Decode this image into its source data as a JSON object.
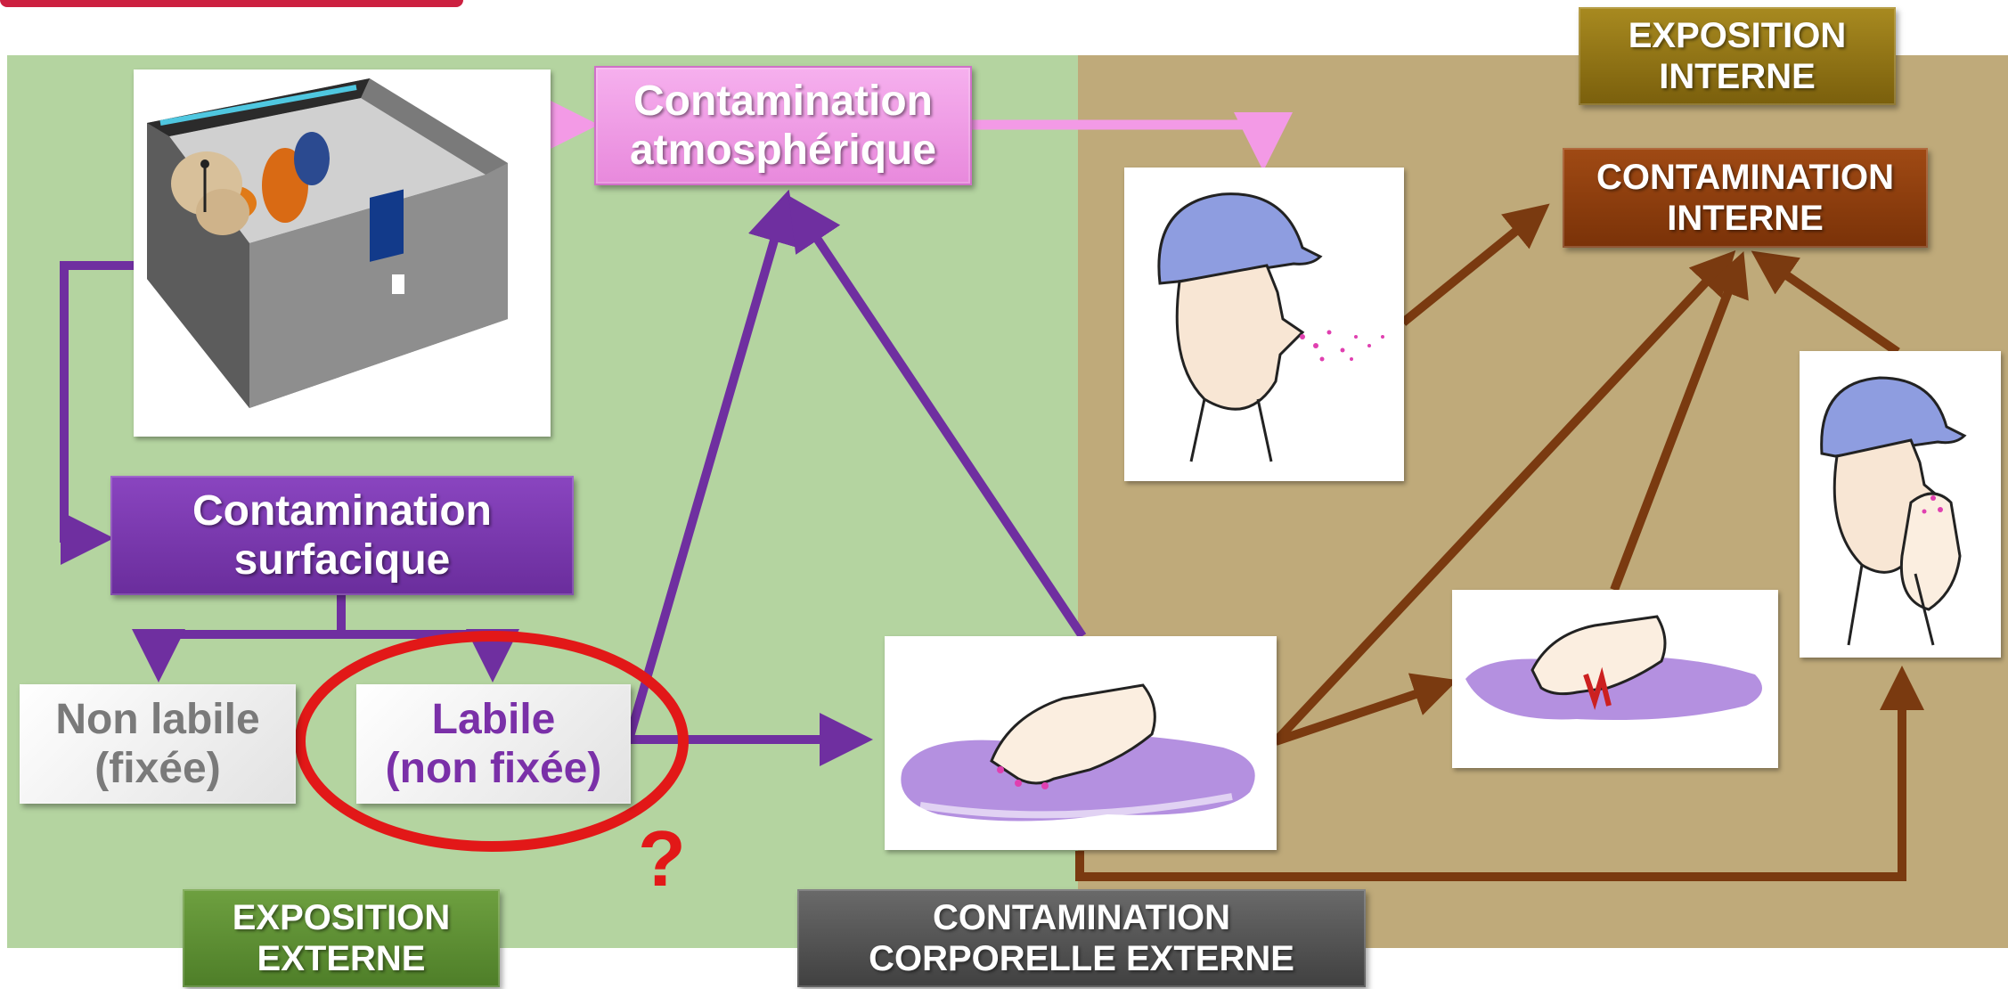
{
  "colors": {
    "green_panel": "#b4d4a0",
    "tan_panel": "#bfaa7a",
    "purple": "#6f2fa0",
    "pink": "#f39ae6",
    "brown": "#7a3a10",
    "red_highlight": "#e21818"
  },
  "boxes": {
    "atmospherique": "Contamination\natmosphérique",
    "surfacique": "Contamination\nsurfacique",
    "non_labile": "Non labile\n(fixée)",
    "labile": "Labile\n(non fixée)",
    "exposition_interne": "EXPOSITION\nINTERNE",
    "contamination_interne": "CONTAMINATION\nINTERNE",
    "exposition_externe": "EXPOSITION\nEXTERNE",
    "contamination_corporelle": "CONTAMINATION\nCORPORELLE EXTERNE"
  },
  "question_mark": "?",
  "icons": {
    "room": "room-with-contamination-icon",
    "inhalation": "worker-inhalation-icon",
    "hand_surface": "hand-on-contaminated-surface-icon",
    "wound": "hand-wound-icon",
    "ingestion": "worker-ingestion-icon"
  }
}
